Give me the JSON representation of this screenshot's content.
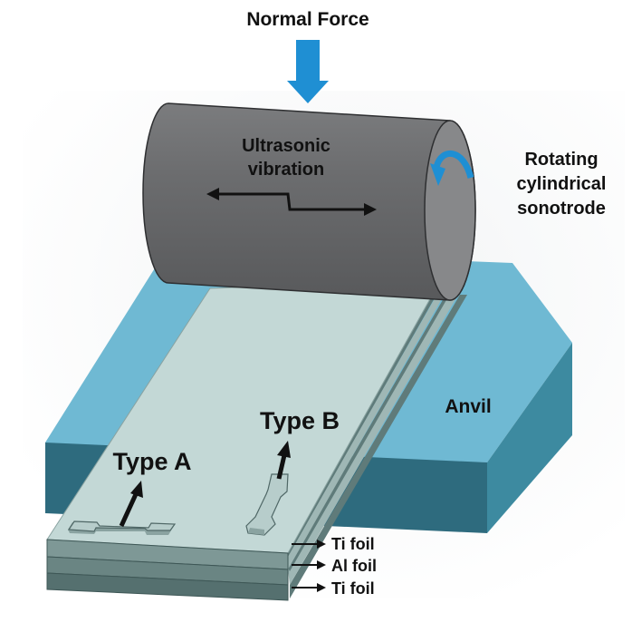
{
  "labels": {
    "normal_force": "Normal Force",
    "ultrasonic_line1": "Ultrasonic",
    "ultrasonic_line2": "vibration",
    "rotating_line1": "Rotating",
    "rotating_line2": "cylindrical",
    "rotating_line3": "sonotrode",
    "anvil": "Anvil",
    "type_a": "Type A",
    "type_b": "Type B",
    "foil_top": "Ti foil",
    "foil_middle": "Al foil",
    "foil_bottom": "Ti foil"
  },
  "colors": {
    "background": "#ffffff",
    "anvil_top": "#6fb9d3",
    "anvil_front": "#2e6b7e",
    "anvil_side": "#3d8aa0",
    "foil_top": "#c3d8d6",
    "foil_edge": "#5f7b7a",
    "sonotrode_body": "#6f7072",
    "sonotrode_face": "#858688",
    "force_arrow": "#1f8fd3",
    "rotation_arrow": "#1f8fd3"
  }
}
